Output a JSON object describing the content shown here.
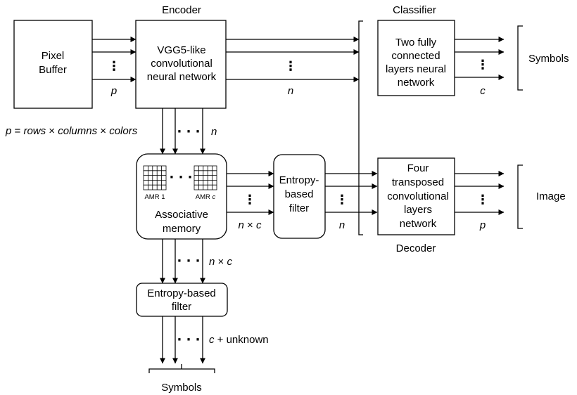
{
  "encoder": {
    "title": "Encoder",
    "lines": [
      "VGG5-like",
      "convolutional",
      "neural network"
    ],
    "out_label": "n",
    "down_label": "n"
  },
  "pixel_buffer": {
    "lines": [
      "Pixel",
      "Buffer"
    ],
    "out_label": "p"
  },
  "formula": {
    "p": "p",
    "eq": " = ",
    "rows": "rows",
    "times1": " × ",
    "columns": "columns",
    "times2": " × ",
    "colors": "colors"
  },
  "classifier": {
    "title": "Classifier",
    "lines": [
      "Two fully",
      "connected",
      "layers neural",
      "network"
    ],
    "out_label": "c",
    "output": "Symbols"
  },
  "associative_memory": {
    "lines": [
      "Associative",
      "memory"
    ],
    "amr_first": "AMR 1",
    "amr_last_prefix": "AMR ",
    "amr_last_suffix": "c",
    "out_label_n": "n",
    "out_label_times": " × ",
    "out_label_c": "c",
    "down_n": "n",
    "down_times": " × ",
    "down_c": "c"
  },
  "entropy_filter_right": {
    "lines": [
      "Entropy-",
      "based",
      "filter"
    ],
    "out_label": "n"
  },
  "decoder": {
    "title": "Decoder",
    "lines": [
      "Four",
      "transposed",
      "convolutional",
      "layers",
      "network"
    ],
    "out_label": "p",
    "output": "Image"
  },
  "entropy_filter_bottom": {
    "lines": [
      "Entropy-based",
      "filter"
    ],
    "out_c": "c",
    "out_suffix": " + unknown",
    "output": "Symbols"
  },
  "ellipsis": "· · ·",
  "vdots": "⋮"
}
